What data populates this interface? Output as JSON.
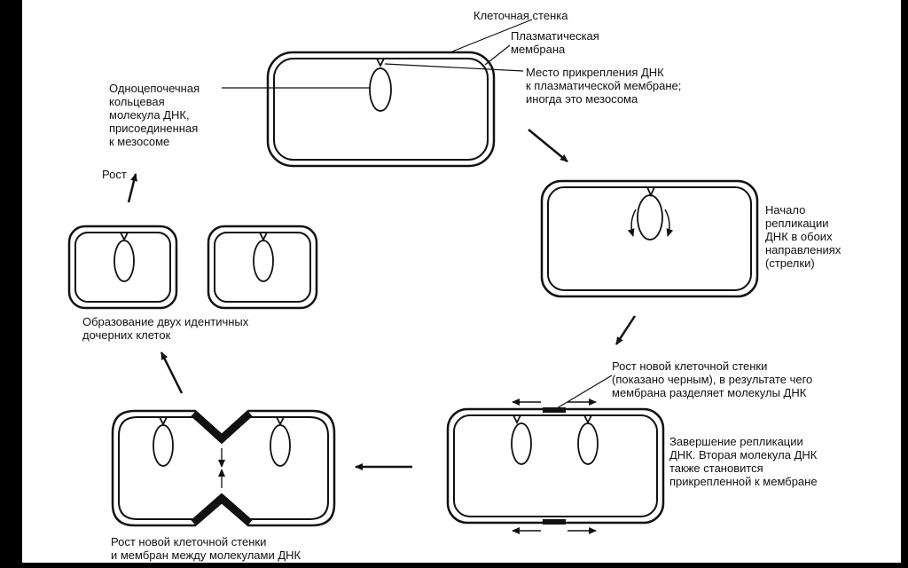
{
  "labels": {
    "cell_wall": "Клеточная стенка",
    "plasma_membrane": "Плазматическая\nмембрана",
    "attachment_site": "Место прикрепления ДНК\nк плазматической мембране;\nиногда это мезосома",
    "circular_dna": "Одноцепочечная\nкольцевая\nмолекула ДНК,\nприсоединенная\nк мезосоме",
    "growth": "Рост",
    "replication_start": "Начало\nрепликации\nДНК в обоих\nнаправлениях\n(стрелки)",
    "new_wall_growth": "Рост новой клеточной стенки\n(показано черным), в результате чего\nмембрана разделяет молекулы ДНК",
    "replication_end": "Завершение репликации\nДНК. Вторая молекула ДНК\nтакже становится\nприкрепленной к мембране",
    "wall_between": "Рост новой клеточной стенки\nи мембран между молекулами ДНК",
    "two_daughters": "Образование двух идентичных\nдочерних клеток"
  }
}
